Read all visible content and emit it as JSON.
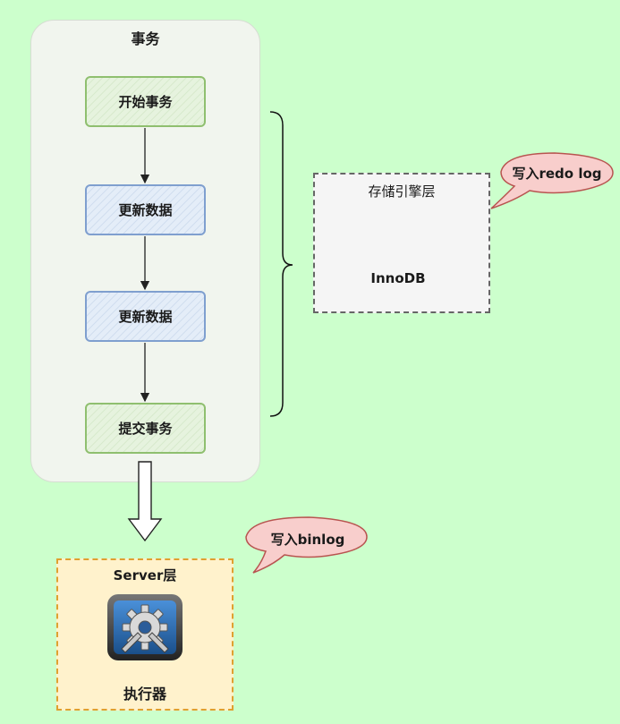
{
  "transaction": {
    "title": "事务",
    "steps": [
      {
        "label": "开始事务",
        "kind": "green"
      },
      {
        "label": "更新数据",
        "kind": "blue"
      },
      {
        "label": "更新数据",
        "kind": "blue"
      },
      {
        "label": "提交事务",
        "kind": "green"
      }
    ]
  },
  "storage_layer": {
    "title": "存储引擎层",
    "engine": "InnoDB"
  },
  "server_layer": {
    "title": "Server层",
    "icon": "gear-settings-icon",
    "executor": "执行器"
  },
  "callouts": {
    "redo_log": "写入redo log",
    "binlog": "写入binlog"
  },
  "colors": {
    "background": "#ccffcc",
    "green_step_border": "#8fbf6f",
    "blue_step_border": "#7f9fcf",
    "cylinder_border": "#cc4444",
    "server_border": "#e0a030",
    "bubble_border": "#b85450",
    "bubble_fill": "#f8cecc"
  }
}
